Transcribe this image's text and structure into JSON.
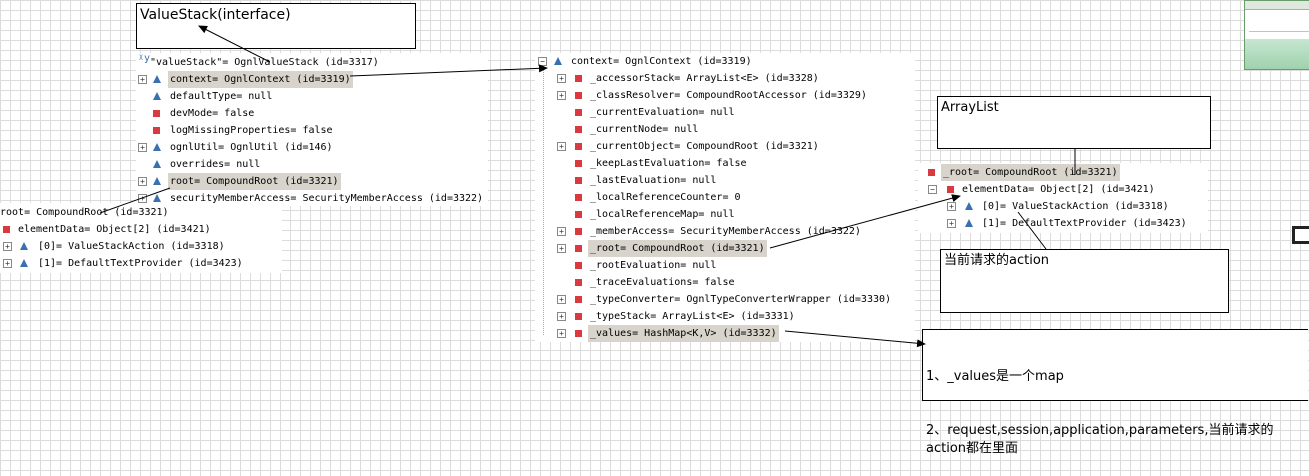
{
  "notes": {
    "valuestack": "ValueStack(interface)",
    "arraylist": "ArrayList",
    "current_action": "当前请求的action",
    "values_note_1": "1、_values是一个map",
    "values_note_2": "2、request,session,application,parameters,当前请求的action都在里面"
  },
  "value_stack_tree": {
    "root": "\"valueStack\"= OgnlValueStack  (id=3317)",
    "items": [
      "context= OgnlContext  (id=3319)",
      "defaultType= null",
      "devMode= false",
      "logMissingProperties= false",
      "ognlUtil= OgnlUtil  (id=146)",
      "overrides= null",
      "root= CompoundRoot  (id=3321)",
      "securityMemberAccess= SecurityMemberAccess  (id=3322)"
    ]
  },
  "compound_root_tree_left": {
    "root": "root= CompoundRoot  (id=3321)",
    "items": [
      "elementData= Object[2]  (id=3421)",
      "[0]= ValueStackAction  (id=3318)",
      "[1]= DefaultTextProvider  (id=3423)"
    ]
  },
  "context_tree": {
    "root": "context= OgnlContext  (id=3319)",
    "items": [
      "_accessorStack= ArrayList<E>  (id=3328)",
      "_classResolver= CompoundRootAccessor  (id=3329)",
      "_currentEvaluation= null",
      "_currentNode= null",
      "_currentObject= CompoundRoot  (id=3321)",
      "_keepLastEvaluation= false",
      "_lastEvaluation= null",
      "_localReferenceCounter= 0",
      "_localReferenceMap= null",
      "_memberAccess= SecurityMemberAccess  (id=3322)",
      "_root= CompoundRoot  (id=3321)",
      "_rootEvaluation= null",
      "_traceEvaluations= false",
      "_typeConverter= OgnlTypeConverterWrapper  (id=3330)",
      "_typeStack= ArrayList<E>  (id=3331)",
      "_values= HashMap<K,V>  (id=3332)"
    ]
  },
  "compound_root_tree_right": {
    "root": "_root= CompoundRoot  (id=3321)",
    "items": [
      "elementData= Object[2]  (id=3421)",
      "[0]= ValueStackAction  (id=3318)",
      "[1]= DefaultTextProvider  (id=3423)"
    ]
  },
  "colors": {
    "field_public": "#3a6fb0",
    "field_private": "#d9393f",
    "highlight": "#d8d4cc",
    "grid": "#dcdcdc"
  },
  "icons": {
    "expander": "plus-box-icon",
    "collapser": "minus-box-icon",
    "public_field": "blue-triangle-icon",
    "private_field": "red-square-icon",
    "variable": "variable-y-icon"
  }
}
